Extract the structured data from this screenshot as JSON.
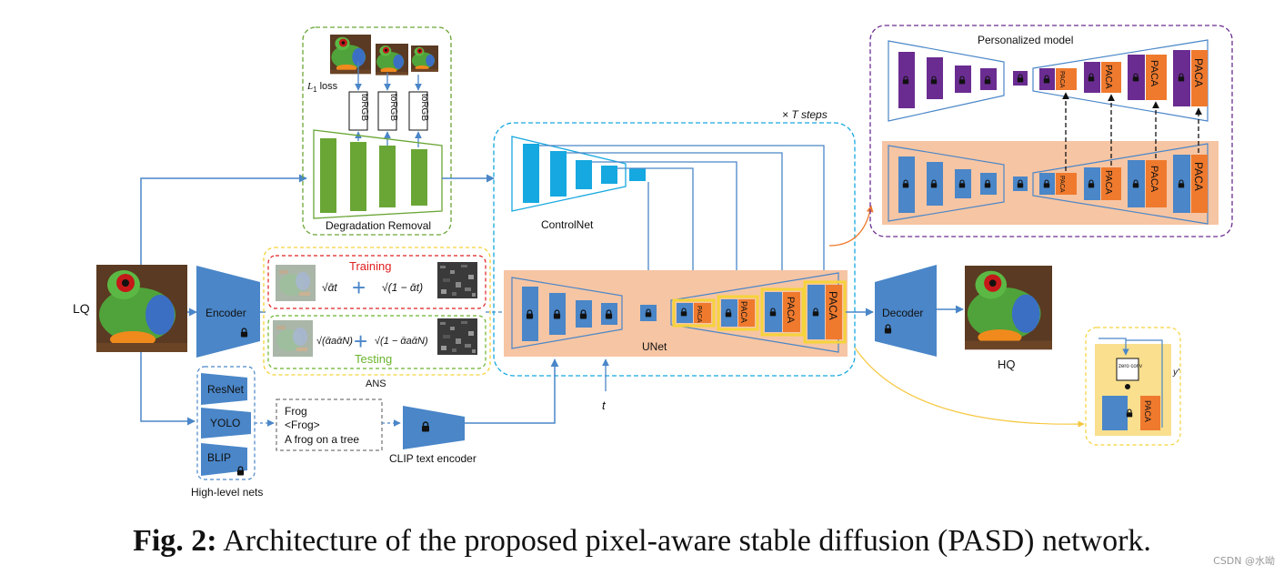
{
  "labels": {
    "lq": "LQ",
    "hq": "HQ",
    "encoder": "Encoder",
    "decoder": "Decoder",
    "degradation_removal": "Degradation Removal",
    "l1_loss": "loss",
    "torgb": "toRGB",
    "controlnet": "ControlNet",
    "unet": "UNet",
    "t_steps": "× T steps",
    "personalized_model": "Personalized model",
    "training": "Training",
    "testing": "Testing",
    "ans": "ANS",
    "paca": "PACA",
    "zero_conv": "zero conv",
    "y_prime": "y'",
    "t": "t",
    "clip_text_encoder": "CLIP text encoder",
    "high_level_nets": "High-level nets",
    "resnet": "ResNet",
    "yolo": "YOLO",
    "blip": "BLIP",
    "frog_1": "Frog",
    "frog_2": "<Frog>",
    "frog_3": "A frog on a tree",
    "formula_train_1": "√ᾱt",
    "formula_train_2": "√(1 − ᾱt)",
    "formula_test_1": "√(ᾱaᾱN)",
    "formula_test_2": "√(1 − ᾱaᾱN)",
    "plus": "+"
  },
  "caption": {
    "bold": "Fig. 2:",
    "text": " Architecture of the proposed pixel-aware stable diffusion (PASD) network."
  },
  "watermark": "CSDN @水呦",
  "colors": {
    "blue": "#4a86c8",
    "green": "#6aa636",
    "cyan": "#16a8e0",
    "orange": "#ef7a2e",
    "purple": "#6a2c91",
    "peach": "#f6c5a3",
    "yellow": "#f5d33a",
    "red": "#e02020",
    "testing_green": "#6ab42c"
  }
}
